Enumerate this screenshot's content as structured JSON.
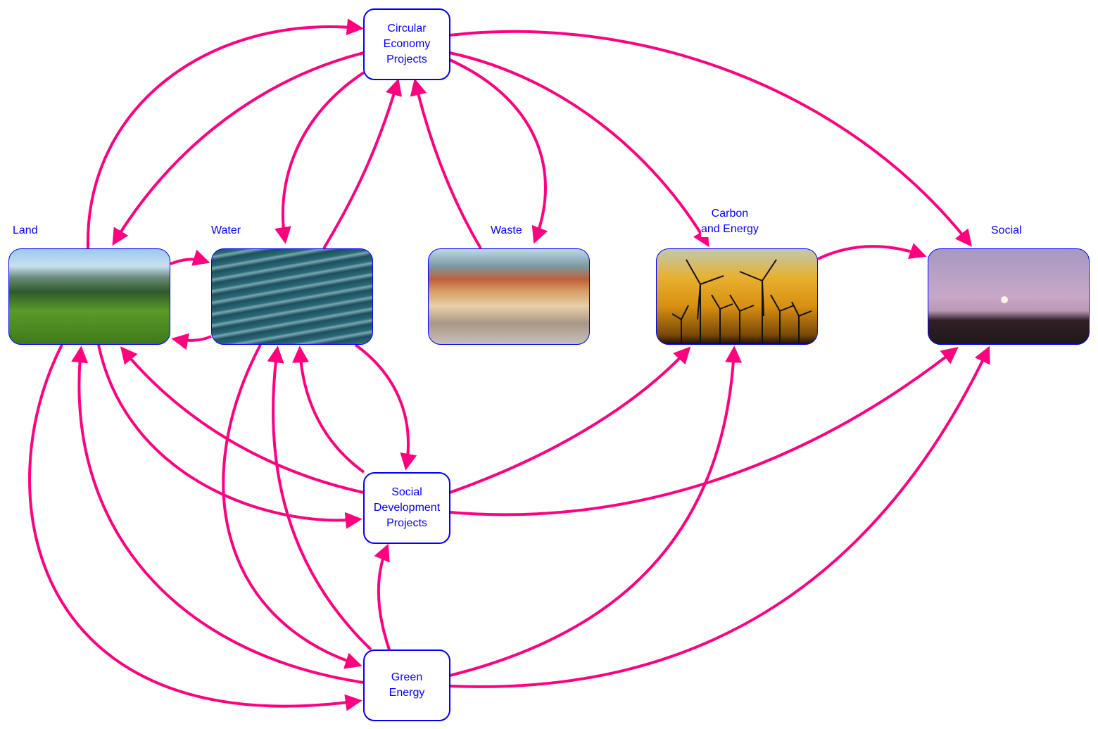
{
  "colors": {
    "arrow": "#ff007f",
    "node_border": "#0000ff",
    "text": "#0000ff"
  },
  "projects": {
    "circular_economy": "Circular\nEconomy\nProjects",
    "social_development": "Social\nDevelopment\nProjects",
    "green_energy": "Green\nEnergy"
  },
  "domains": {
    "land": "Land",
    "water": "Water",
    "waste": "Waste",
    "carbon": "Carbon\nand Energy",
    "social": "Social"
  }
}
